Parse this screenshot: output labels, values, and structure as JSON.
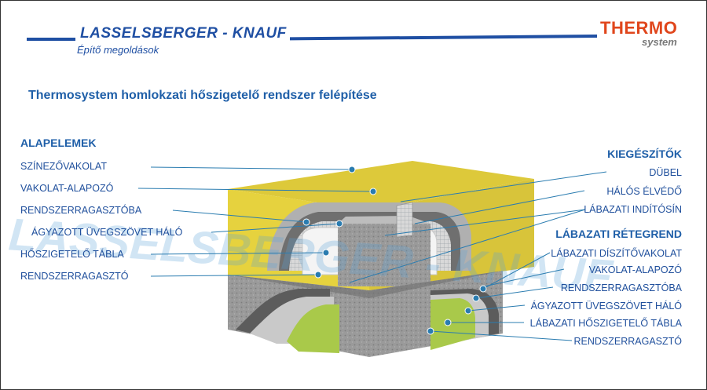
{
  "header": {
    "brand": "LASSELSBERGER - KNAUF",
    "brand_subtitle": "Építő megoldások",
    "logo_line1": "THERMO",
    "logo_line2": "system"
  },
  "title": "Thermosystem homlokzati hőszigetelő rendszer felépítése",
  "watermark": "LASSELSBERGER - KNAUF",
  "left": {
    "heading": "ALAPELEMEK",
    "items": [
      "SZÍNEZŐVAKOLAT",
      "VAKOLAT-ALAPOZÓ",
      "RENDSZERRAGASZTÓBA",
      "ÁGYAZOTT ÜVEGSZÖVET HÁLÓ",
      "HŐSZIGETELŐ TÁBLA",
      "RENDSZERRAGASZTÓ"
    ]
  },
  "right_top": {
    "heading": "KIEGÉSZÍTŐK",
    "items": [
      "DÜBEL",
      "HÁLÓS ÉLVÉDŐ",
      "LÁBAZATI INDÍTÓSÍN"
    ]
  },
  "right_bottom": {
    "heading": "LÁBAZATI RÉTEGREND",
    "items": [
      "LÁBAZATI DÍSZÍTŐVAKOLAT",
      "VAKOLAT-ALAPOZÓ",
      "RENDSZERRAGASZTÓBA",
      "ÁGYAZOTT ÜVEGSZÖVET HÁLÓ",
      "LÁBAZATI HŐSZIGETELŐ TÁBLA",
      "RENDSZERRAGASZTÓ"
    ]
  },
  "colors": {
    "brand_blue": "#1f4fa3",
    "label_blue": "#1f4f9c",
    "thermo_orange": "#e0461c",
    "render_yellow": "#e6d23e",
    "plinth_green": "#a9c94a",
    "concrete_gray": "#8f8f8f",
    "leader_line": "#2a7cb0"
  }
}
